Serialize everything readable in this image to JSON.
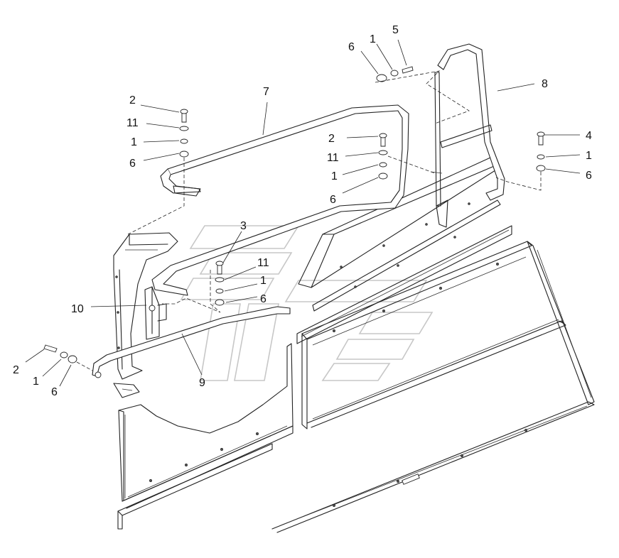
{
  "diagram": {
    "callouts": {
      "c1": "6",
      "c2": "1",
      "c3": "5",
      "c4": "8",
      "c5": "7",
      "c6": "2",
      "c7": "11",
      "c8": "1",
      "c9": "6",
      "c10": "2",
      "c11": "11",
      "c12": "1",
      "c13": "6",
      "c14": "4",
      "c15": "1",
      "c16": "6",
      "c17": "3",
      "c18": "11",
      "c19": "1",
      "c20": "6",
      "c21": "10",
      "c22": "9",
      "c23": "2",
      "c24": "1",
      "c25": "6"
    }
  }
}
